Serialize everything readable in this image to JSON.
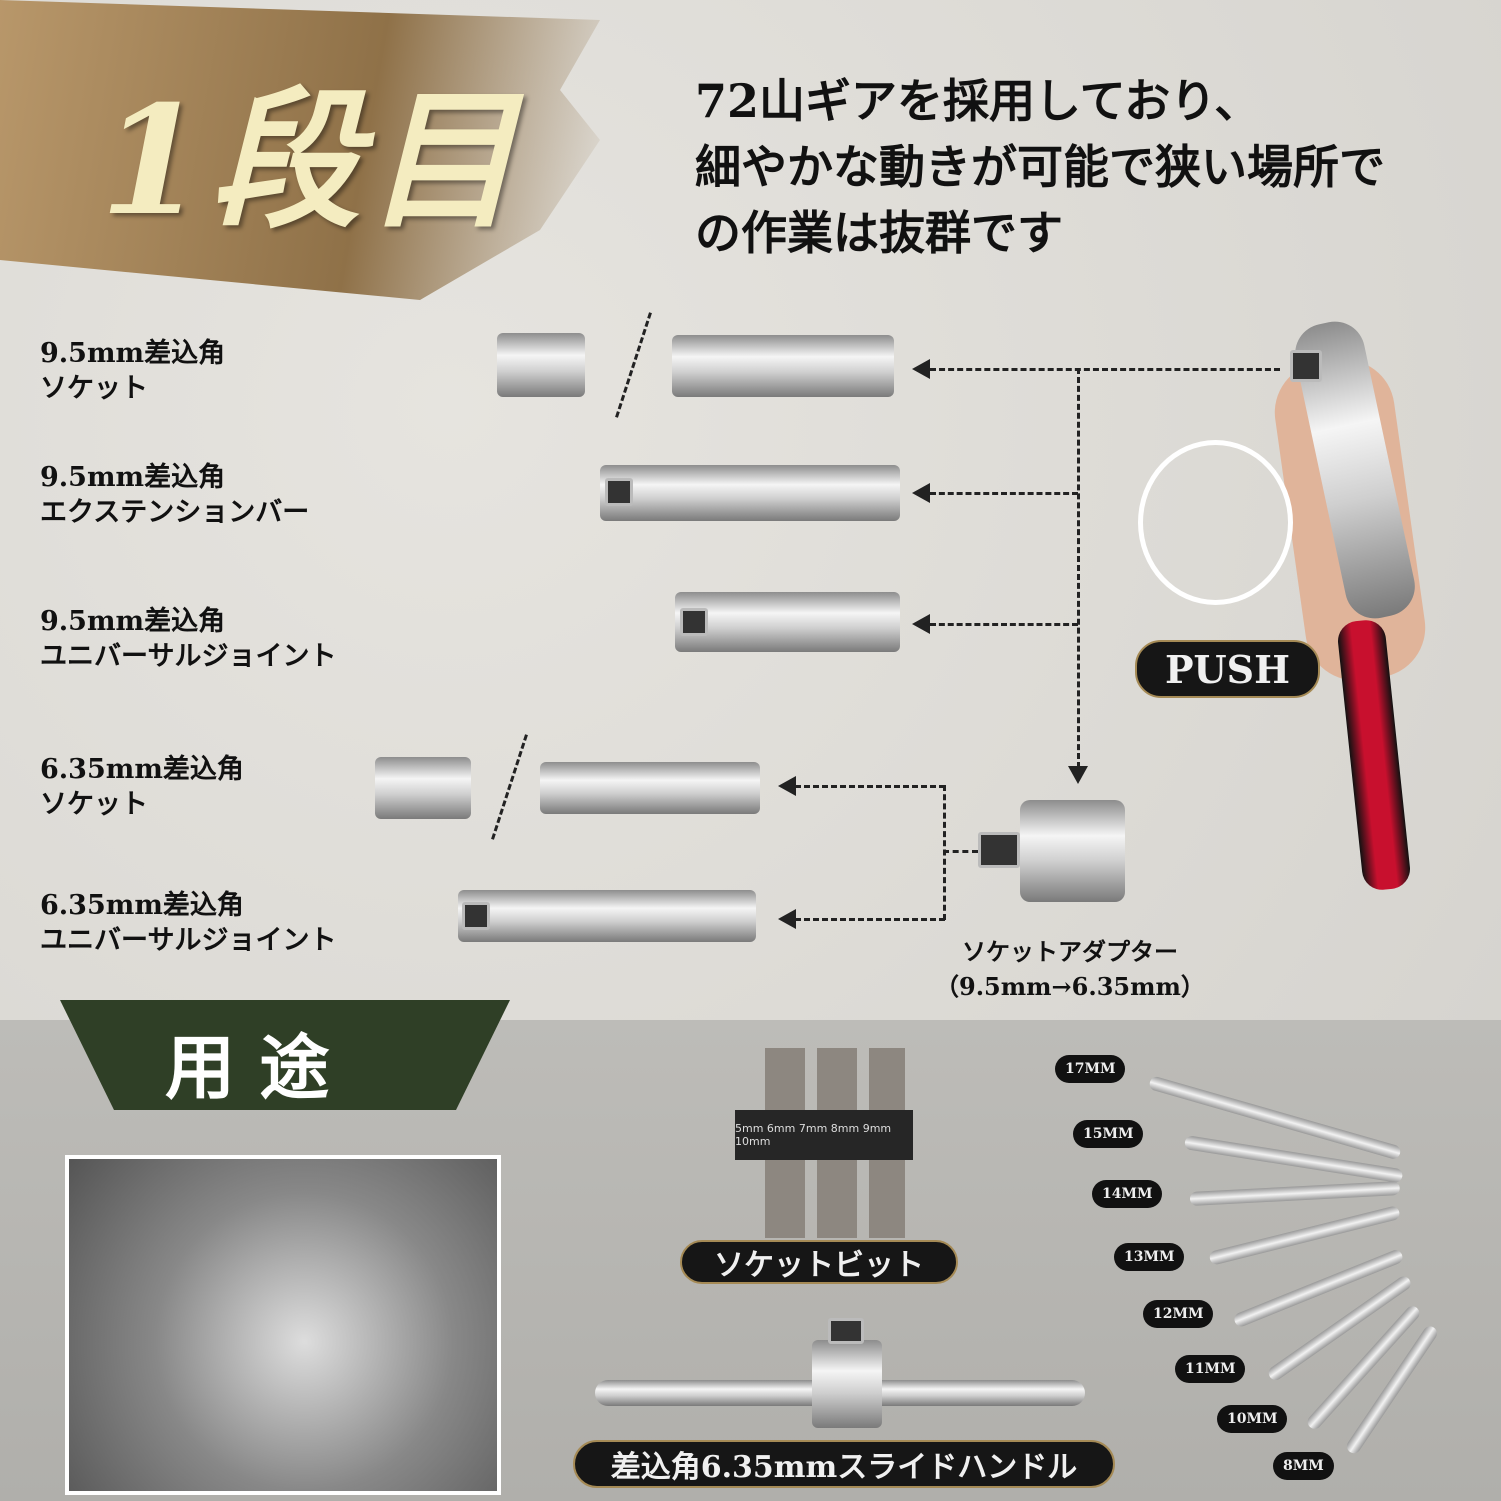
{
  "header": {
    "title": "1段目",
    "description_lines": [
      "72山ギアを採用しており、",
      "細やかな動きが可能で狭い場所で",
      "の作業は抜群です"
    ]
  },
  "parts": [
    {
      "line1": "9.5mm差込角",
      "line2": "ソケット"
    },
    {
      "line1": "9.5mm差込角",
      "line2": "エクステンションバー"
    },
    {
      "line1": "9.5mm差込角",
      "line2": "ユニバーサルジョイント"
    },
    {
      "line1": "6.35mm差込角",
      "line2": "ソケット"
    },
    {
      "line1": "6.35mm差込角",
      "line2": "ユニバーサルジョイント"
    }
  ],
  "adapter": {
    "line1": "ソケットアダプター",
    "line2": "（9.5mm→6.35mm）"
  },
  "push_label": "PUSH",
  "usage": {
    "title": "用 途",
    "socket_bit_label": "ソケットビット",
    "socket_bit_sizes": "5mm 6mm 7mm 8mm 9mm 10mm",
    "slide_handle_label": "差込角6.35mmスライドハンドル",
    "wrench_sizes": [
      "17MM",
      "15MM",
      "14MM",
      "13MM",
      "12MM",
      "11MM",
      "10MM",
      "8MM"
    ]
  },
  "colors": {
    "gold": "#8f7148",
    "title_cream": "#f4ecc0",
    "banner_green": "#2f3f26",
    "handle_red": "#c8102e"
  }
}
